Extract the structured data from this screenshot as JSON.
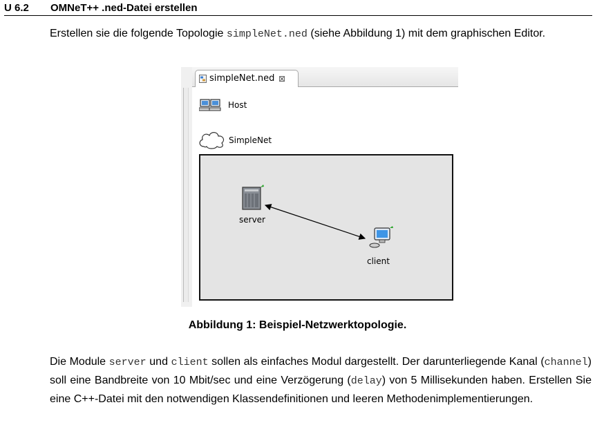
{
  "section": {
    "number": "U 6.2",
    "title": "OMNeT++ .ned-Datei erstellen"
  },
  "intro": {
    "text_before": "Erstellen sie die folgende Topologie ",
    "code_file": "simpleNet.ned",
    "text_after": " (siehe Abbildung 1) mit dem graphischen Editor."
  },
  "figure": {
    "tab_label": "simpleNet.ned",
    "tab_close_glyph": "⊠",
    "palette": [
      {
        "label": "Host",
        "icon": "host-icon"
      },
      {
        "label": "SimpleNet",
        "icon": "cloud-icon"
      }
    ],
    "nodes": {
      "server": "server",
      "client": "client"
    },
    "colors": {
      "canvas": "#e4e4e4",
      "border": "#111111",
      "link": "#000000"
    }
  },
  "caption": "Abbildung 1: Beispiel-Netzwerktopologie.",
  "body": {
    "t1": "Die Module ",
    "c1": "server",
    "t2": " und ",
    "c2": "client",
    "t3": " sollen als einfaches Modul dargestellt. Der darunterliegende Kanal (",
    "c3": "channel",
    "t4": ") soll eine Bandbreite von 10 Mbit/sec und eine Verzögerung (",
    "c4": "delay",
    "t5": ") von 5 Millisekunden haben. Erstellen Sie eine C++-Datei mit den notwendigen Klassendefinitionen und leeren Methodenimplementierungen."
  }
}
